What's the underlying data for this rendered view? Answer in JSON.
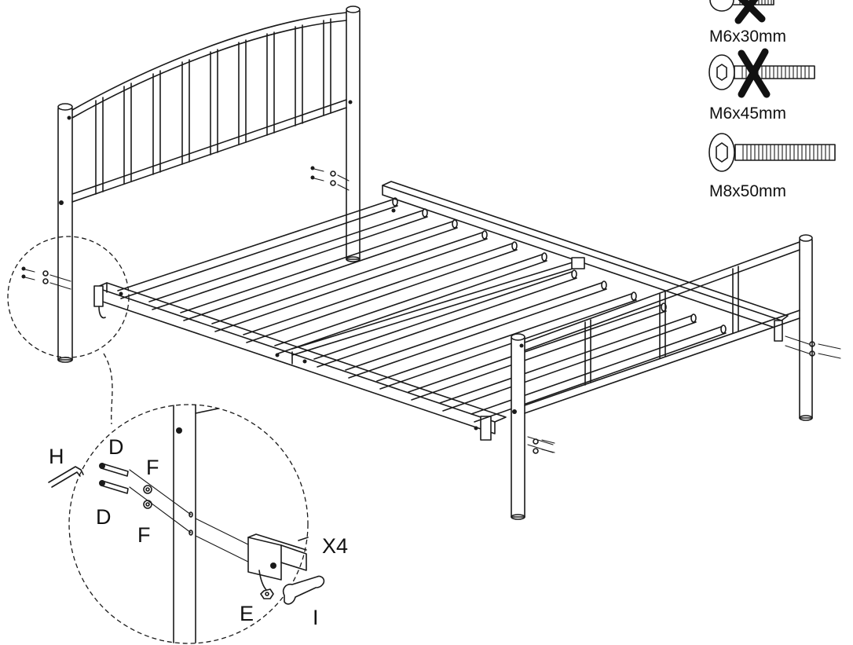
{
  "screws": [
    {
      "label": "M6x30mm",
      "excluded": true
    },
    {
      "label": "M6x45mm",
      "excluded": true
    },
    {
      "label": "M8x50mm",
      "excluded": false
    }
  ],
  "detail_labels": {
    "h": "H",
    "d_top": "D",
    "d_bottom": "D",
    "f_top": "F",
    "f_bottom": "F",
    "e": "E",
    "i": "I",
    "multiplier": "X4"
  }
}
